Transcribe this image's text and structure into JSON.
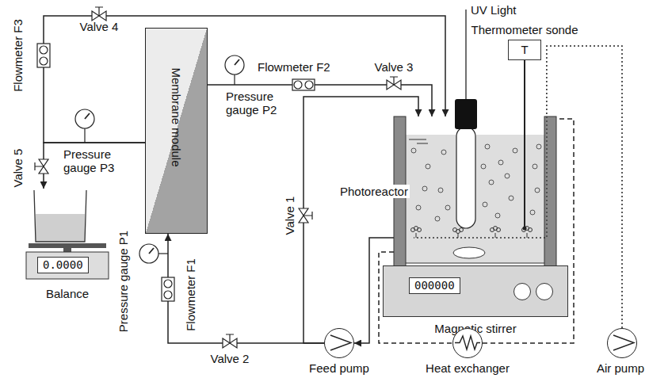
{
  "diagram": {
    "nodes": [
      {
        "text": [
          "Membrane module"
        ]
      },
      {
        "text": [
          "Photoreactor"
        ]
      },
      {
        "text": [
          "000000",
          "Magnetic stirrer"
        ]
      },
      {
        "text": [
          "0.0000",
          "Balance"
        ]
      },
      {
        "text": [
          "Feed pump"
        ]
      },
      {
        "text": [
          "Heat exchanger"
        ]
      },
      {
        "text": [
          "Air pump"
        ]
      },
      {
        "text": [
          "Thermometer sonde",
          "T"
        ]
      }
    ],
    "edges": [
      {
        "from": 1,
        "to": 4,
        "arrow": "to"
      },
      {
        "from": 4,
        "to": 0,
        "arrow": "to"
      },
      {
        "from": 4,
        "to": 1,
        "arrow": "to"
      },
      {
        "from": 0,
        "to": 1,
        "arrow": "to"
      },
      {
        "from": 0,
        "to": 1,
        "arrow": "to"
      },
      {
        "from": 0,
        "to": 3,
        "arrow": "to"
      },
      {
        "from": 6,
        "to": 1,
        "arrow": "none"
      },
      {
        "from": 1,
        "to": 5,
        "arrow": "none"
      },
      {
        "from": 5,
        "to": 1,
        "arrow": "none"
      }
    ],
    "labels": [
      "UV Light",
      "Valve 4",
      "Flowmeter F3",
      "Pressure gauge P3",
      "Valve 5",
      "Flowmeter F2",
      "Pressure gauge P2",
      "Valve 3",
      "Valve 1",
      "Pressure gauge P1",
      "Flowmeter F1",
      "Valve 2"
    ]
  }
}
